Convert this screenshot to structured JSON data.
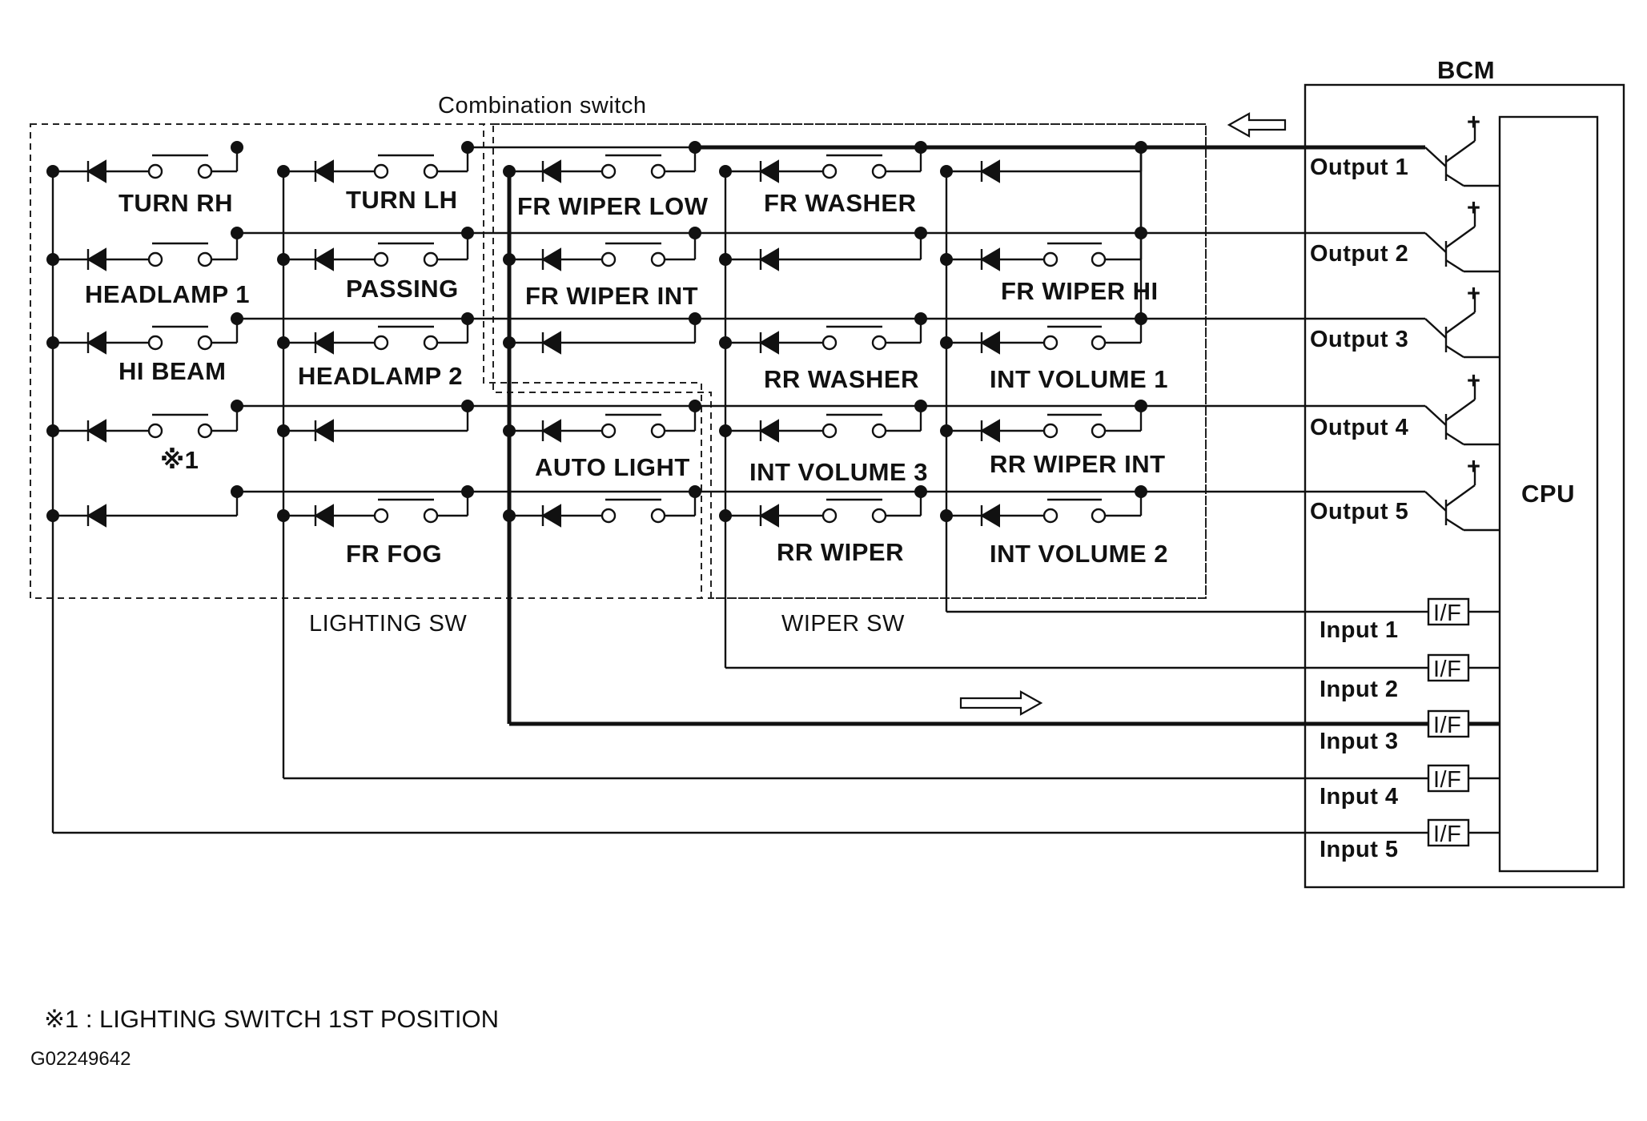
{
  "combination_switch_label": "Combination switch",
  "bcm_label": "BCM",
  "cpu_label": "CPU",
  "lighting_sw_label": "LIGHTING SW",
  "wiper_sw_label": "WIPER SW",
  "switches": {
    "turn_rh": "TURN RH",
    "headlamp_1": "HEADLAMP 1",
    "hi_beam": "HI BEAM",
    "note_1": "※1",
    "turn_lh": "TURN LH",
    "passing": "PASSING",
    "headlamp_2": "HEADLAMP 2",
    "fr_fog": "FR FOG",
    "fr_wiper_low": "FR WIPER LOW",
    "fr_wiper_int": "FR WIPER INT",
    "auto_light": "AUTO LIGHT",
    "fr_washer": "FR WASHER",
    "rr_washer": "RR WASHER",
    "int_volume_3": "INT VOLUME 3",
    "rr_wiper": "RR WIPER",
    "fr_wiper_hi": "FR WIPER HI",
    "int_volume_1": "INT VOLUME 1",
    "rr_wiper_int": "RR WIPER INT",
    "int_volume_2": "INT VOLUME 2"
  },
  "outputs": [
    "Output 1",
    "Output 2",
    "Output 3",
    "Output 4",
    "Output 5"
  ],
  "inputs": [
    "Input 1",
    "Input 2",
    "Input 3",
    "Input 4",
    "Input 5"
  ],
  "interface_label": "I/F",
  "transistor_plus": "+",
  "footnote": "※1 : LIGHTING SWITCH 1ST POSITION",
  "figure_code": "G02249642",
  "colors": {
    "line": "#111111",
    "background": "#ffffff"
  },
  "flow_arrows": [
    "left-arrow-top",
    "right-arrow-bottom"
  ]
}
